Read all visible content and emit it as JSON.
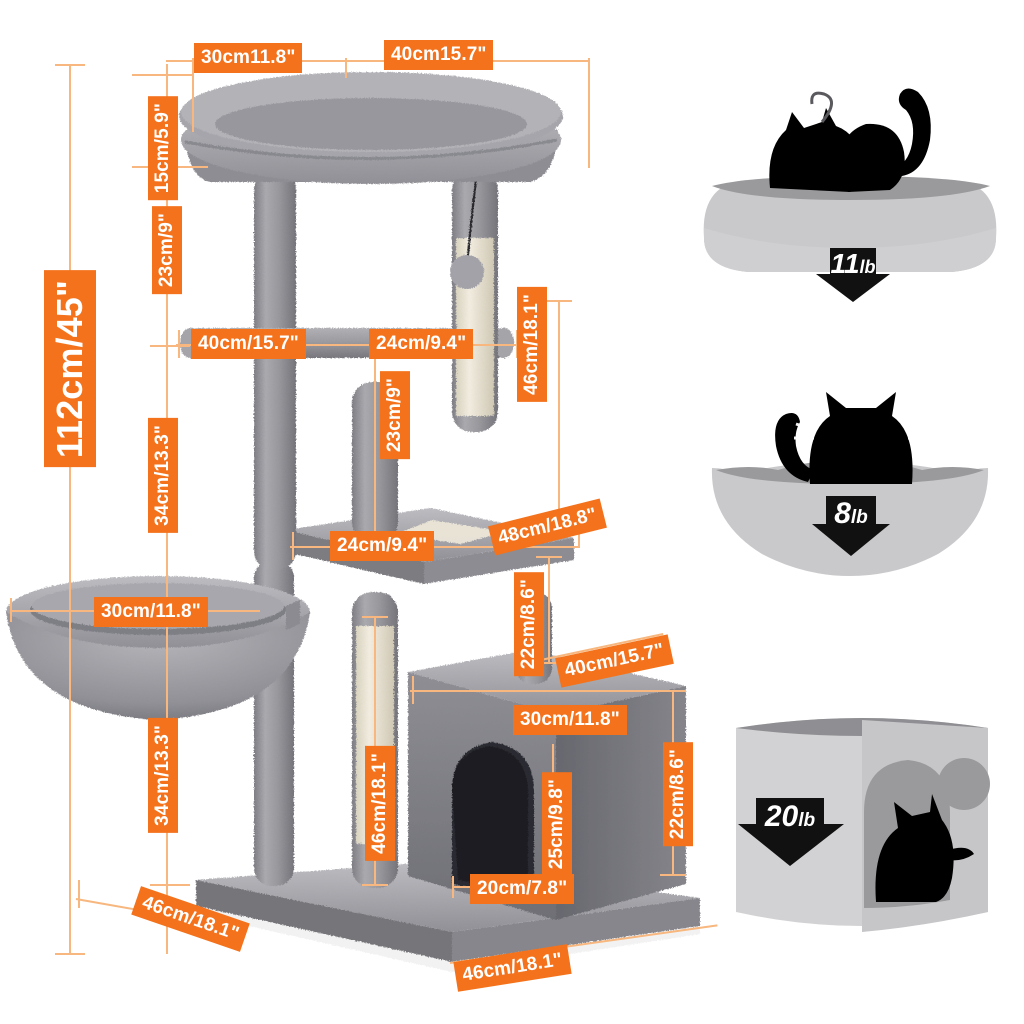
{
  "product": {
    "name": "multi-level-cat-tree",
    "background_color": "#ffffff",
    "accent_color": "#f4721b",
    "guide_line_color": "#f7b77e",
    "plush_color": "#9a9a9e",
    "sisal_color": "#e8e2d2"
  },
  "dimensions": {
    "overall_height": "112cm/45\"",
    "top_bed_depth": "30cm11.8\"",
    "top_bed_width": "40cm15.7\"",
    "top_bed_thickness": "15cm/5.9\"",
    "top_post_gap": "23cm/9\"",
    "upper_perch_width": "40cm/15.7\"",
    "upper_perch_depth": "24cm/9.4\"",
    "scratch_post_height": "46cm/18.1\"",
    "mid_post_gap": "23cm/9\"",
    "mid_perch_depth": "24cm/9.4\"",
    "mid_perch_width": "48cm/18.8\"",
    "condo_clearance": "22cm/8.6\"",
    "condo_width": "40cm/15.7\"",
    "condo_depth": "30cm/11.8\"",
    "condo_height_right": "22cm/8.6\"",
    "condo_door_height": "25cm/9.8\"",
    "condo_door_width": "20cm/7.8\"",
    "lower_post_height": "46cm/18.1\"",
    "hammock_width": "30cm/11.8\"",
    "hammock_drop": "34cm/13.3\"",
    "hammock_to_base": "34cm/13.3\"",
    "base_depth": "46cm/18.1\"",
    "base_width": "46cm/18.1\""
  },
  "capacity": [
    {
      "id": "top-bed-capacity",
      "weight": "11",
      "unit": "lb",
      "scene": "two-cats-playing-in-plush-bed"
    },
    {
      "id": "hammock-capacity",
      "weight": "8",
      "unit": "lb",
      "scene": "cat-sitting-in-hammock"
    },
    {
      "id": "condo-capacity",
      "weight": "20",
      "unit": "lb",
      "scene": "cat-inside-condo-box"
    }
  ]
}
